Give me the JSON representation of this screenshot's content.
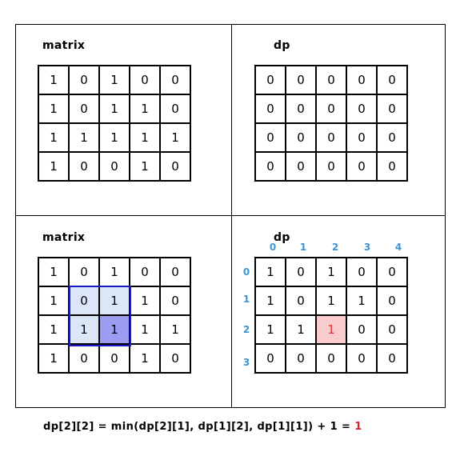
{
  "panels": {
    "top_left": {
      "title": "matrix",
      "rows": [
        [
          "1",
          "0",
          "1",
          "0",
          "0"
        ],
        [
          "1",
          "0",
          "1",
          "1",
          "0"
        ],
        [
          "1",
          "1",
          "1",
          "1",
          "1"
        ],
        [
          "1",
          "0",
          "0",
          "1",
          "0"
        ]
      ]
    },
    "top_right": {
      "title": "dp",
      "rows": [
        [
          "0",
          "0",
          "0",
          "0",
          "0"
        ],
        [
          "0",
          "0",
          "0",
          "0",
          "0"
        ],
        [
          "0",
          "0",
          "0",
          "0",
          "0"
        ],
        [
          "0",
          "0",
          "0",
          "0",
          "0"
        ]
      ]
    },
    "bottom_left": {
      "title": "matrix",
      "rows": [
        [
          "1",
          "0",
          "1",
          "0",
          "0"
        ],
        [
          "1",
          "0",
          "1",
          "1",
          "0"
        ],
        [
          "1",
          "1",
          "1",
          "1",
          "1"
        ],
        [
          "1",
          "0",
          "0",
          "1",
          "0"
        ]
      ]
    },
    "bottom_right": {
      "title": "dp",
      "col_indices": [
        "0",
        "1",
        "2",
        "3",
        "4"
      ],
      "row_indices": [
        "0",
        "1",
        "2",
        "3"
      ],
      "rows": [
        [
          "1",
          "0",
          "1",
          "0",
          "0"
        ],
        [
          "1",
          "0",
          "1",
          "1",
          "0"
        ],
        [
          "1",
          "1",
          "1",
          "0",
          "0"
        ],
        [
          "0",
          "0",
          "0",
          "0",
          "0"
        ]
      ]
    }
  },
  "highlight_colors": {
    "light_blue": "#dbe7f8",
    "blue": "#9d9cf3",
    "red": "#f8cccc",
    "index_blue": "#3d94d6",
    "result_red": "#e02020"
  },
  "formula": {
    "expression": "dp[2][2] = min(dp[2][1], dp[1][2], dp[1][1]) + 1 = ",
    "result": "1"
  }
}
